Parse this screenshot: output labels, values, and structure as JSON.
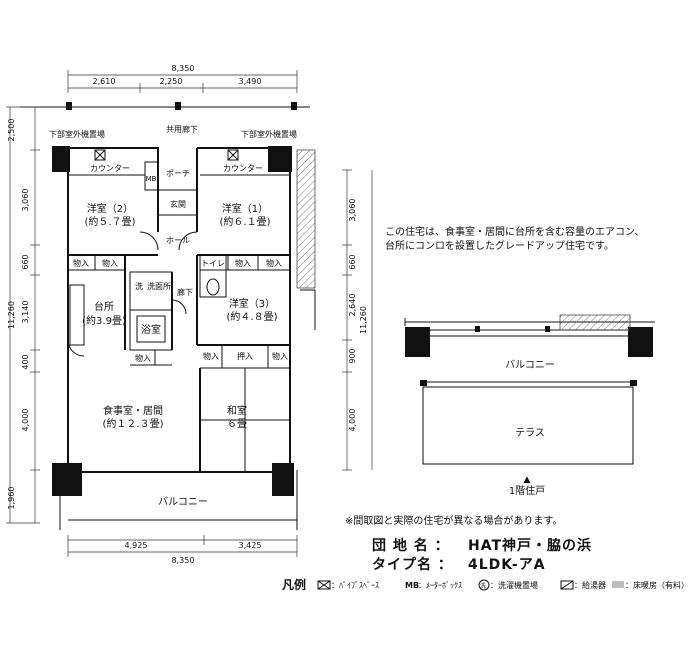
{
  "dims": {
    "top_total": "8,350",
    "top_parts": [
      "2,610",
      "2,250",
      "3,490"
    ],
    "bottom_total": "8,350",
    "bottom_parts": [
      "4,925",
      "3,425"
    ],
    "left_total": "11,260",
    "left_parts": [
      "2,500",
      "3,060",
      "660",
      "3,140",
      "400",
      "4,000",
      "1,960"
    ],
    "right_total": "11,260",
    "right_parts": [
      "3,060",
      "660",
      "2,640",
      "900",
      "4,000"
    ]
  },
  "labels": {
    "corridor": "共用廊下",
    "outdoor_unit_left": "下部室外機置場",
    "outdoor_unit_right": "下部室外機置場",
    "counter_left": "カウンター",
    "counter_right": "カウンター",
    "mb": "MB",
    "porch": "ポーチ",
    "entrance": "玄関",
    "hall": "ホール",
    "hallway": "廊下",
    "storage": "物入",
    "oshiire": "押入",
    "toilet": "トイレ",
    "washroom_mark": "洗",
    "washroom": "洗面所",
    "bath": "浴室",
    "balcony": "バルコニー",
    "balcony_first_floor": "バルコニー",
    "terrace": "テラス",
    "first_floor_caption": "1階住戸",
    "first_floor_arrow": "▲"
  },
  "rooms": [
    {
      "name": "洋室（2）",
      "area": "(約５.７畳)"
    },
    {
      "name": "洋室（1）",
      "area": "(約６.１畳)"
    },
    {
      "name": "台所",
      "area": "(約3.9畳)"
    },
    {
      "name": "洋室（3）",
      "area": "(約４.８畳)"
    },
    {
      "name": "食事室・居間",
      "area": "(約１２.３畳)"
    },
    {
      "name": "和室",
      "area": "６畳"
    }
  ],
  "note": {
    "line1": "この住宅は、食事室・居間に台所を含む容量のエアコン、",
    "line2": "台所にコンロを設置したグレードアップ住宅です。"
  },
  "disclaimer": "※間取図と実際の住宅が異なる場合があります。",
  "info": {
    "estate_label": "団 地 名 ：",
    "estate_value": "HAT神戸・脇の浜",
    "type_label": "タイプ名 ：",
    "type_value": "4LDK-アA"
  },
  "legend": {
    "title": "凡例",
    "items": [
      {
        "symbol": "crossed-box",
        "text": "：ﾊﾟｲﾌﾟｽﾍﾟｰｽ"
      },
      {
        "symbol": "MB",
        "text": "：ﾒｰﾀｰﾎﾞｯｸｽ"
      },
      {
        "symbol": "洗",
        "text": "：洗濯機置場"
      },
      {
        "symbol": "diagonal-box",
        "text": "：給湯器"
      },
      {
        "symbol": "grey-box",
        "text": "：床暖房（有料）"
      }
    ]
  }
}
